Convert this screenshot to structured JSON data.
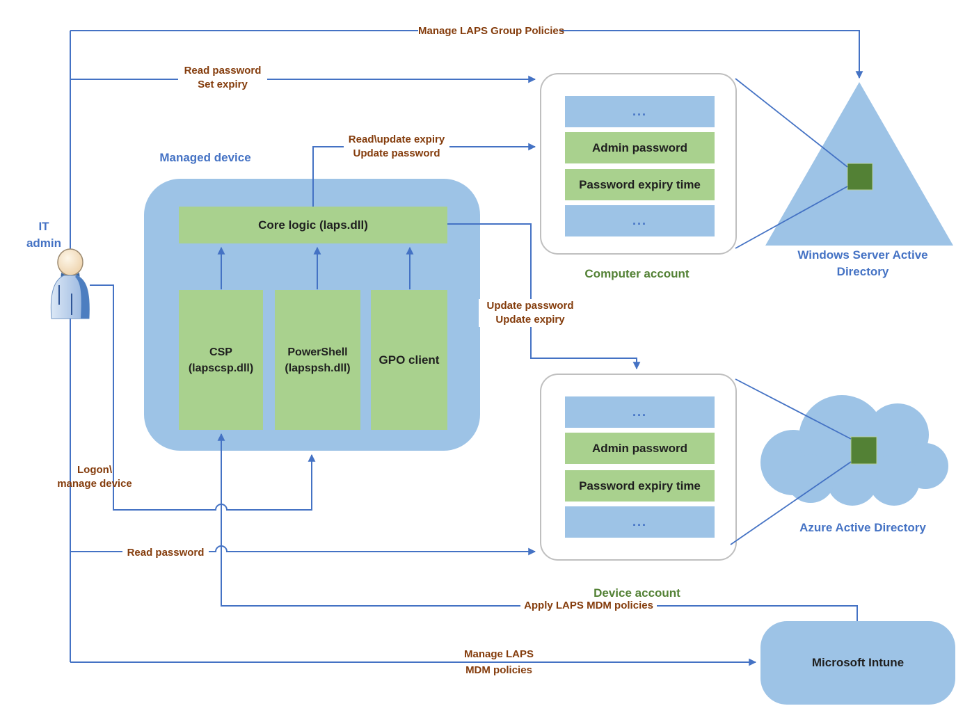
{
  "colors": {
    "box_blue": "#9dc3e6",
    "box_green": "#a9d18e",
    "line_blue": "#4472c4",
    "label_brown": "#843c0c",
    "label_blue": "#4472c4",
    "label_green": "#538135",
    "square_green": "#538135",
    "box_border_gray": "#bfbfbf",
    "text_black": "#1f1f1f"
  },
  "actors": {
    "it_admin": {
      "line1": "IT",
      "line2": "admin"
    }
  },
  "managed_device": {
    "label": "Managed device",
    "core_logic": "Core logic (laps.dll)",
    "csp": {
      "line1": "CSP",
      "line2": "(lapscsp.dll)"
    },
    "powershell": {
      "line1": "PowerShell",
      "line2": "(lapspsh.dll)"
    },
    "gpo_client": "GPO client"
  },
  "accounts": {
    "computer": {
      "label": "Computer account",
      "rows": [
        {
          "text": "...",
          "type": "blue"
        },
        {
          "text": "Admin password",
          "type": "green"
        },
        {
          "text": "Password expiry time",
          "type": "green"
        },
        {
          "text": "...",
          "type": "blue"
        }
      ]
    },
    "device": {
      "label": "Device account",
      "rows": [
        {
          "text": "...",
          "type": "blue"
        },
        {
          "text": "Admin password",
          "type": "green"
        },
        {
          "text": "Password expiry time",
          "type": "green"
        },
        {
          "text": "...",
          "type": "blue"
        }
      ]
    }
  },
  "directories": {
    "windows_ad": {
      "line1": "Windows Server Active",
      "line2": "Directory"
    },
    "azure_ad": {
      "label": "Azure Active Directory"
    },
    "intune": {
      "label": "Microsoft Intune"
    }
  },
  "edges": {
    "manage_group_policies": "Manage LAPS Group Policies",
    "read_password_set_expiry": {
      "line1": "Read password",
      "line2": "Set expiry"
    },
    "read_update_expiry": {
      "line1": "Read\\update expiry",
      "line2": "Update password"
    },
    "update_password_expiry": {
      "line1": "Update password",
      "line2": "Update expiry"
    },
    "logon_manage_device": {
      "line1": "Logon\\",
      "line2": "manage device"
    },
    "read_password": "Read password",
    "apply_mdm_policies": "Apply LAPS MDM policies",
    "manage_mdm_policies": {
      "line1": "Manage LAPS",
      "line2": "MDM policies"
    }
  }
}
